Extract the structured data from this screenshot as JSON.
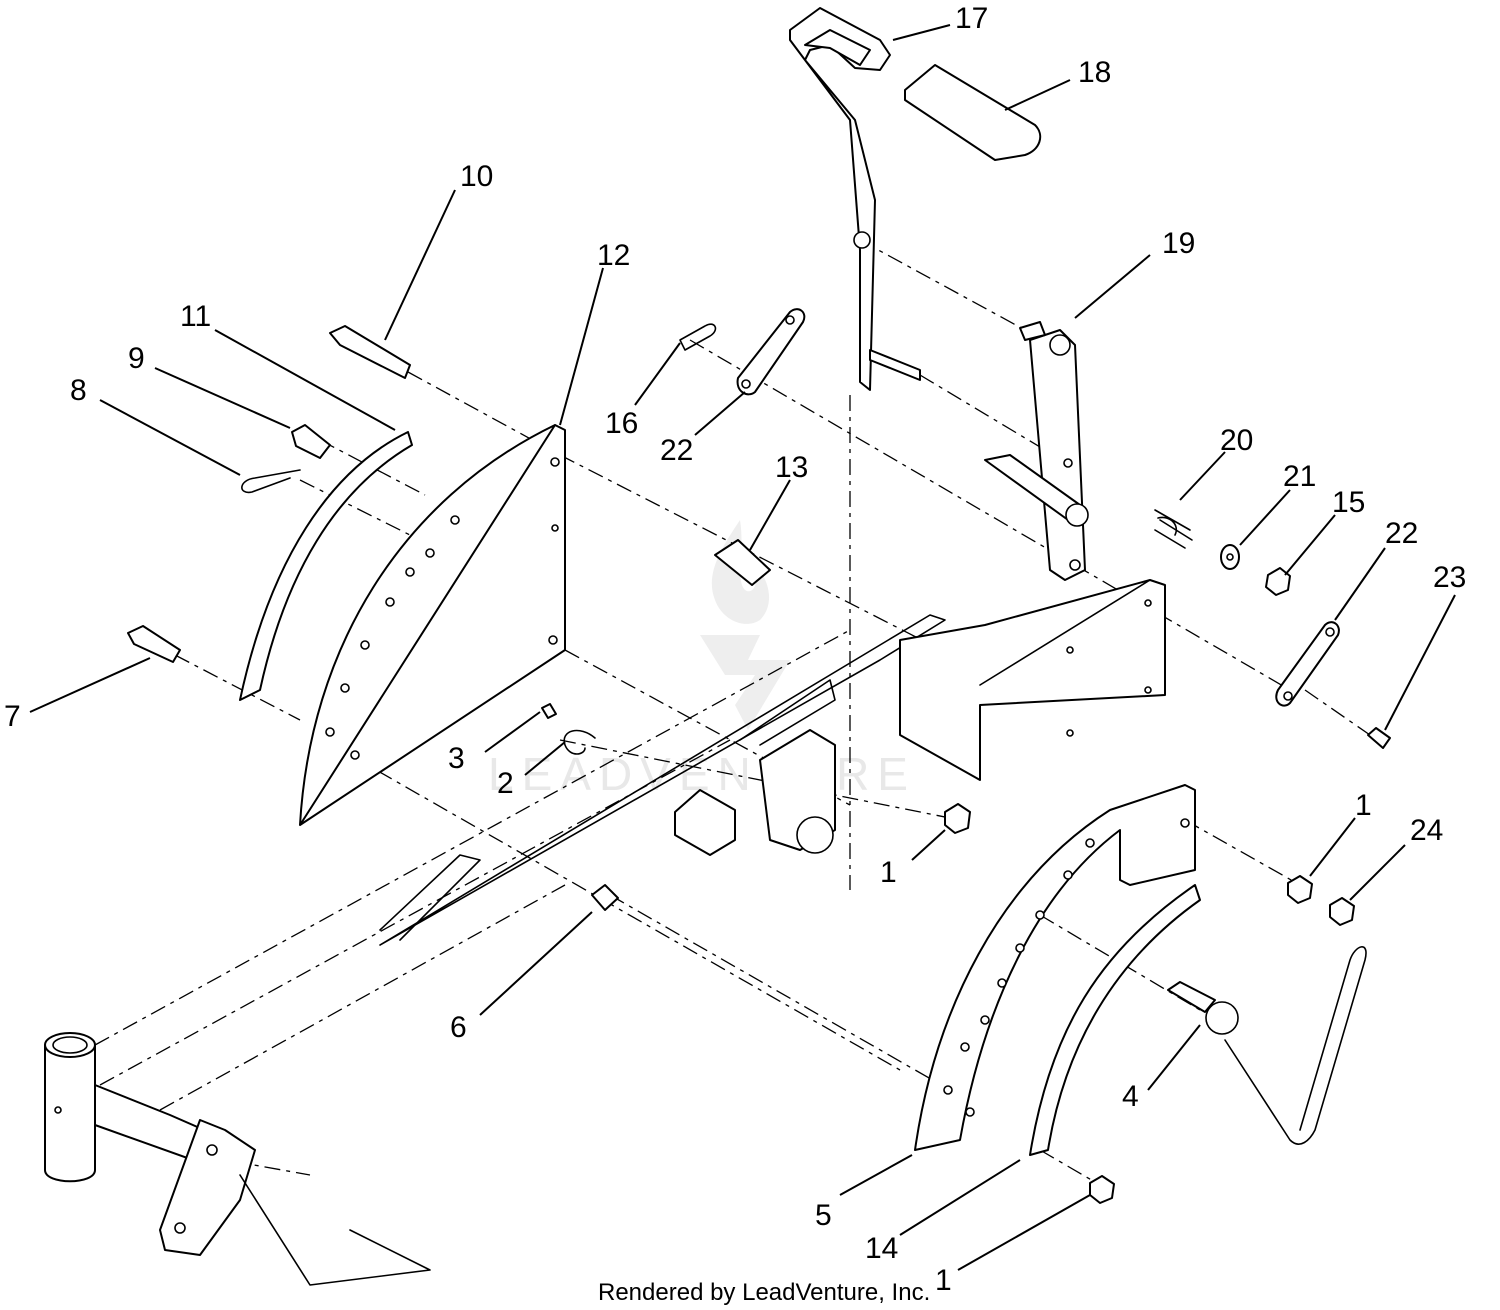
{
  "diagram": {
    "footer_text": "Rendered by LeadVenture, Inc.",
    "watermark_text": "LEADVENTURE",
    "callouts": [
      {
        "id": "c17",
        "label": "17"
      },
      {
        "id": "c18",
        "label": "18"
      },
      {
        "id": "c10",
        "label": "10"
      },
      {
        "id": "c12",
        "label": "12"
      },
      {
        "id": "c19",
        "label": "19"
      },
      {
        "id": "c11",
        "label": "11"
      },
      {
        "id": "c9",
        "label": "9"
      },
      {
        "id": "c8",
        "label": "8"
      },
      {
        "id": "c16",
        "label": "16"
      },
      {
        "id": "c22a",
        "label": "22"
      },
      {
        "id": "c20",
        "label": "20"
      },
      {
        "id": "c13",
        "label": "13"
      },
      {
        "id": "c21",
        "label": "21"
      },
      {
        "id": "c15",
        "label": "15"
      },
      {
        "id": "c22b",
        "label": "22"
      },
      {
        "id": "c23",
        "label": "23"
      },
      {
        "id": "c7",
        "label": "7"
      },
      {
        "id": "c3",
        "label": "3"
      },
      {
        "id": "c2",
        "label": "2"
      },
      {
        "id": "c1a",
        "label": "1"
      },
      {
        "id": "c1b",
        "label": "1"
      },
      {
        "id": "c24",
        "label": "24"
      },
      {
        "id": "c6",
        "label": "6"
      },
      {
        "id": "c4",
        "label": "4"
      },
      {
        "id": "c5",
        "label": "5"
      },
      {
        "id": "c14",
        "label": "14"
      },
      {
        "id": "c1c",
        "label": "1"
      }
    ]
  }
}
